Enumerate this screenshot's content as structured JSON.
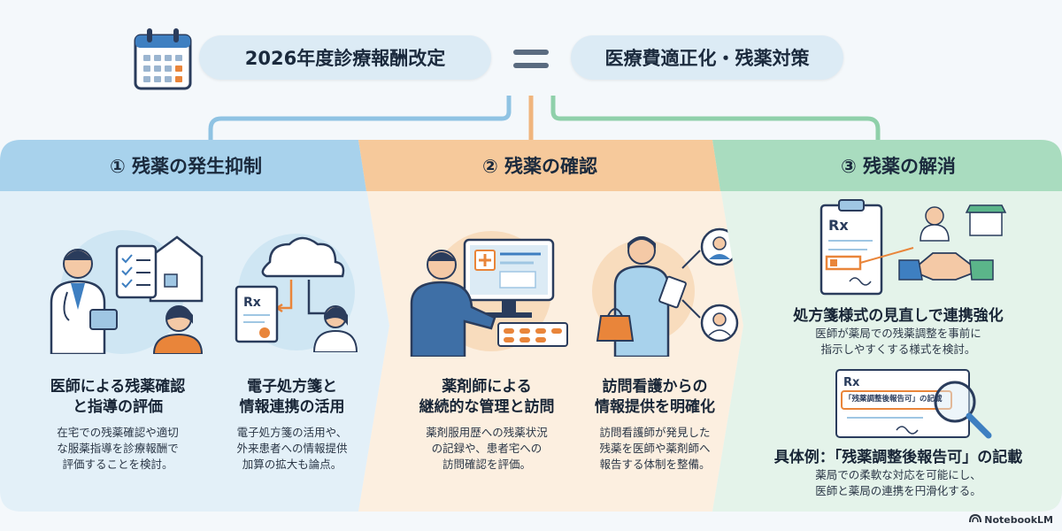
{
  "header": {
    "left_pill": "2026年度診療報酬改定",
    "right_pill": "医療費適正化・残薬対策"
  },
  "panels": [
    {
      "title": "① 残薬の発生抑制",
      "items": [
        {
          "title": "医師による残薬確認\nと指導の評価",
          "desc": "在宅での残薬確認や適切\nな服薬指導を診療報酬で\n評価することを検討。"
        },
        {
          "title": "電子処方箋と\n情報連携の活用",
          "desc": "電子処方箋の活用や、\n外来患者への情報提供\n加算の拡大も論点。"
        }
      ]
    },
    {
      "title": "② 残薬の確認",
      "items": [
        {
          "title": "薬剤師による\n継続的な管理と訪問",
          "desc": "薬剤服用歴への残薬状況\nの記録や、患者宅への\n訪問確認を評価。"
        },
        {
          "title": "訪問看護からの\n情報提供を明確化",
          "desc": "訪問看護師が発見した\n残薬を医師や薬剤師へ\n報告する体制を整備。"
        }
      ]
    },
    {
      "title": "③ 残薬の解消",
      "cards": [
        {
          "title": "処方箋様式の見直しで連携強化",
          "desc": "医師が薬局での残薬調整を事前に\n指示しやすくする様式を検討。"
        },
        {
          "title": "具体例：「残薬調整後報告可」の記載",
          "desc": "薬局での柔軟な対応を可能にし、\n医師と薬局の連携を円滑化する。"
        }
      ],
      "stamp_text": "「残薬調整後報告可」の記載"
    }
  ],
  "brand": "NotebookLM",
  "colors": {
    "blue_panel": "#e3f0f8",
    "blue_head": "#a8d2ec",
    "orange_panel": "#fcefe0",
    "orange_head": "#f6c99b",
    "green_panel": "#e4f3ea",
    "green_head": "#a9dcbf",
    "accent_orange": "#e9853a"
  },
  "icons": [
    "calendar-icon",
    "doctor-patient-illustration",
    "e-prescription-cloud-illustration",
    "pharmacist-computer-illustration",
    "visiting-nurse-illustration",
    "prescription-handshake-illustration",
    "magnifier-prescription-illustration",
    "notebooklm-logo-icon"
  ]
}
